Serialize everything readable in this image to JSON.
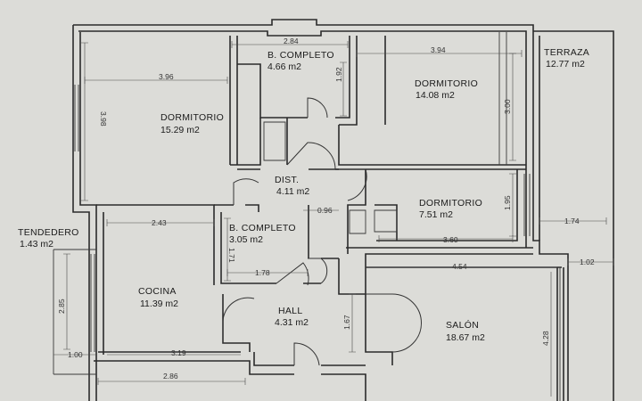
{
  "rooms": {
    "bano1": {
      "name": "B. COMPLETO",
      "area": "4.66 m2"
    },
    "dorm1": {
      "name": "DORMITORIO",
      "area": "15.29 m2"
    },
    "dorm2": {
      "name": "DORMITORIO",
      "area": "14.08 m2"
    },
    "terraza": {
      "name": "TERRAZA",
      "area": "12.77 m2"
    },
    "dist": {
      "name": "DIST.",
      "area": "4.11 m2"
    },
    "dorm3": {
      "name": "DORMITORIO",
      "area": "7.51 m2"
    },
    "tendedero": {
      "name": "TENDEDERO",
      "area": "1.43 m2"
    },
    "bano2": {
      "name": "B. COMPLETO",
      "area": "3.05 m2"
    },
    "cocina": {
      "name": "COCINA",
      "area": "11.39 m2"
    },
    "hall": {
      "name": "HALL",
      "area": "4.31 m2"
    },
    "salon": {
      "name": "SALÓN",
      "area": "18.67 m2"
    }
  },
  "dims": {
    "d284": "2.84",
    "d394": "3.94",
    "d396": "3.96",
    "d398": "3.98",
    "d192": "1.92",
    "d300": "3.00",
    "d096": "0.96",
    "d243": "2.43",
    "d195": "1.95",
    "d174": "1.74",
    "d171": "1.71",
    "d360": "3.60",
    "d178": "1.78",
    "d454": "4.54",
    "d102": "1.02",
    "d285": "2.85",
    "d167": "1.67",
    "d428": "4.28",
    "d100": "1.00",
    "d319": "3.19",
    "d286": "2.86"
  }
}
